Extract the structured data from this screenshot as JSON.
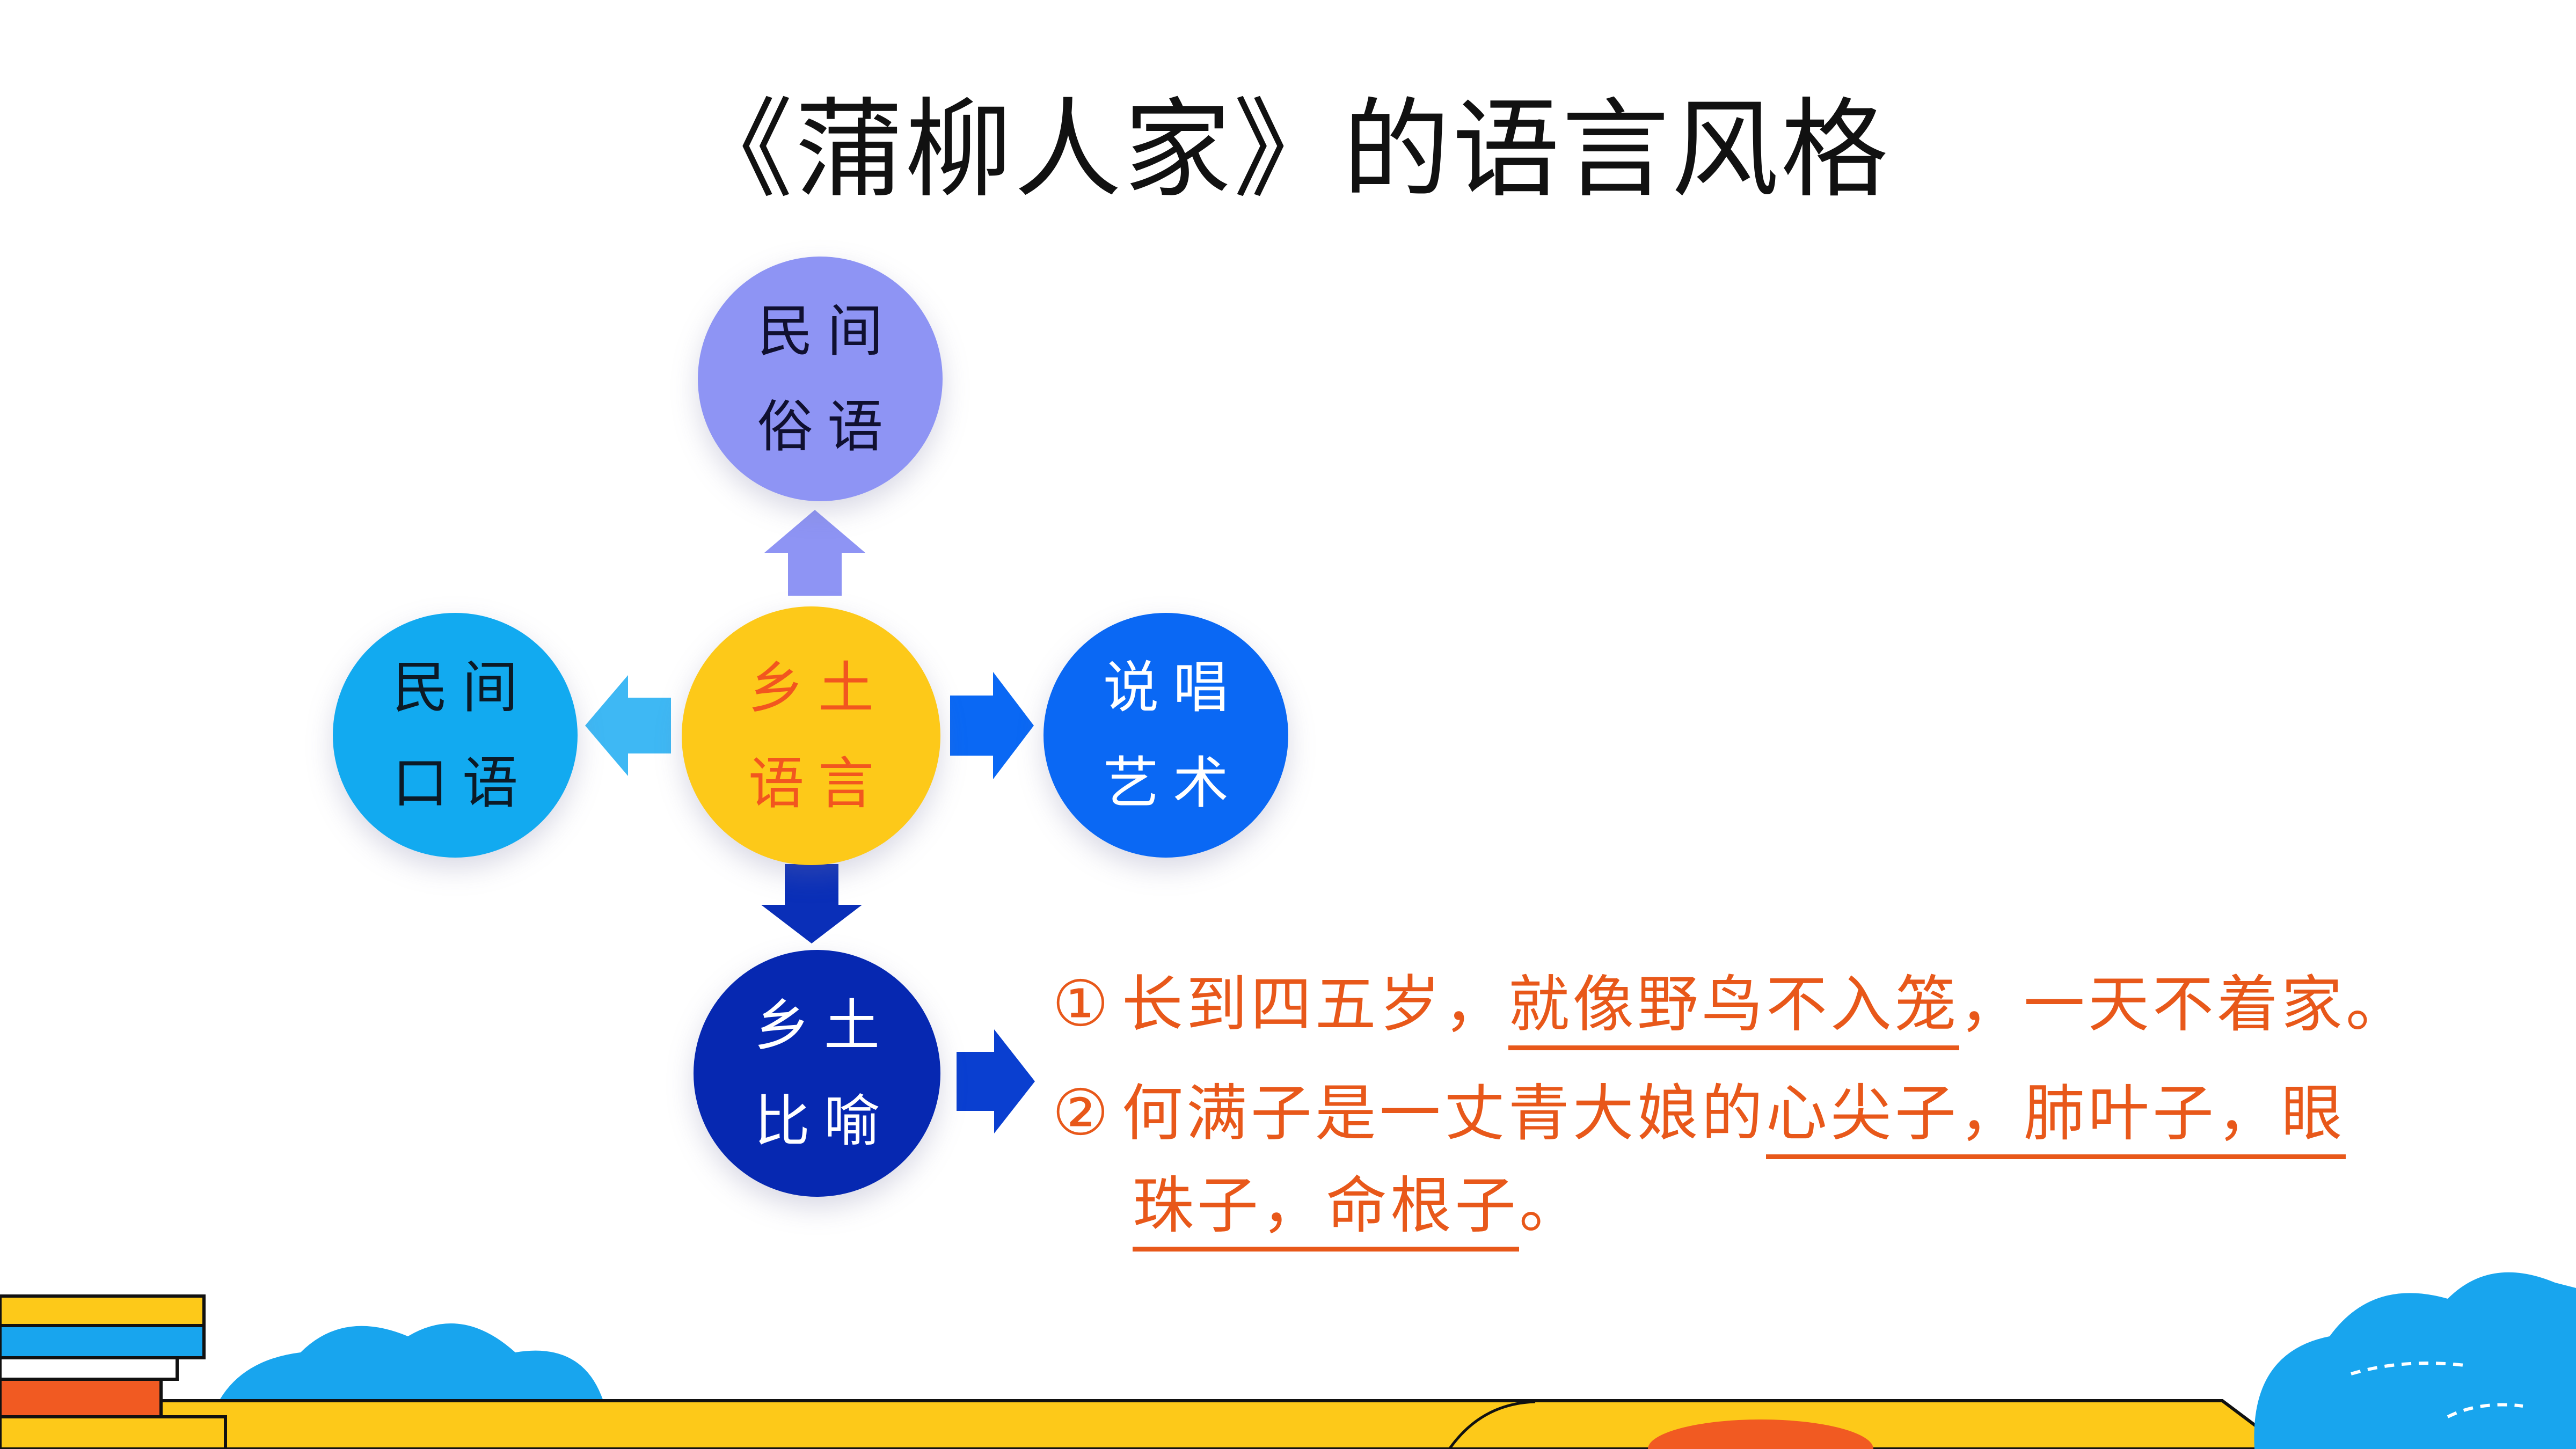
{
  "title": "《蒲柳人家》的语言风格",
  "center_node": {
    "line1": "乡土",
    "line2": "语言"
  },
  "nodes": {
    "top": {
      "line1": "民间",
      "line2": "俗语"
    },
    "left": {
      "line1": "民间",
      "line2": "口语"
    },
    "right": {
      "line1": "说唱",
      "line2": "艺术"
    },
    "bottom": {
      "line1": "乡土",
      "line2": "比喻"
    }
  },
  "examples": [
    {
      "marker": "①",
      "segments": [
        {
          "text": "长到四五岁，",
          "underline": false
        },
        {
          "text": "就像野鸟不入笼",
          "underline": true
        },
        {
          "text": "，一天不着家。",
          "underline": false
        }
      ]
    },
    {
      "marker": "②",
      "segments": [
        {
          "text": "何满子是一丈青大娘的",
          "underline": false
        },
        {
          "text": "心尖子，肺叶子，眼",
          "underline": true
        }
      ],
      "continuation": [
        {
          "text": "珠子，命根子",
          "underline": true
        },
        {
          "text": "。",
          "underline": false
        }
      ]
    }
  ],
  "colors": {
    "top_node": "#8e94f4",
    "left_node": "#12aaf0",
    "center_node": "#fdc919",
    "right_node": "#0a68f4",
    "bottom_node": "#0628b1",
    "highlight_text": "#e8581a"
  }
}
